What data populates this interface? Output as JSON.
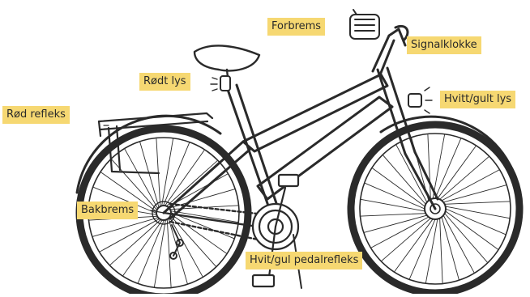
{
  "colors": {
    "label_background": "#f6d872",
    "line": "#2a2a2a",
    "paper": "#ffffff"
  },
  "labels": {
    "forbrems": "Forbrems",
    "signalklokke": "Signalklokke",
    "rodt_lys": "Rødt lys",
    "hvitt_gult_lys": "Hvitt/gult lys",
    "rod_refleks": "Rød refleks",
    "bakbrems": "Bakbrems",
    "pedalrefleks": "Hvit/gul pedalrefleks"
  }
}
